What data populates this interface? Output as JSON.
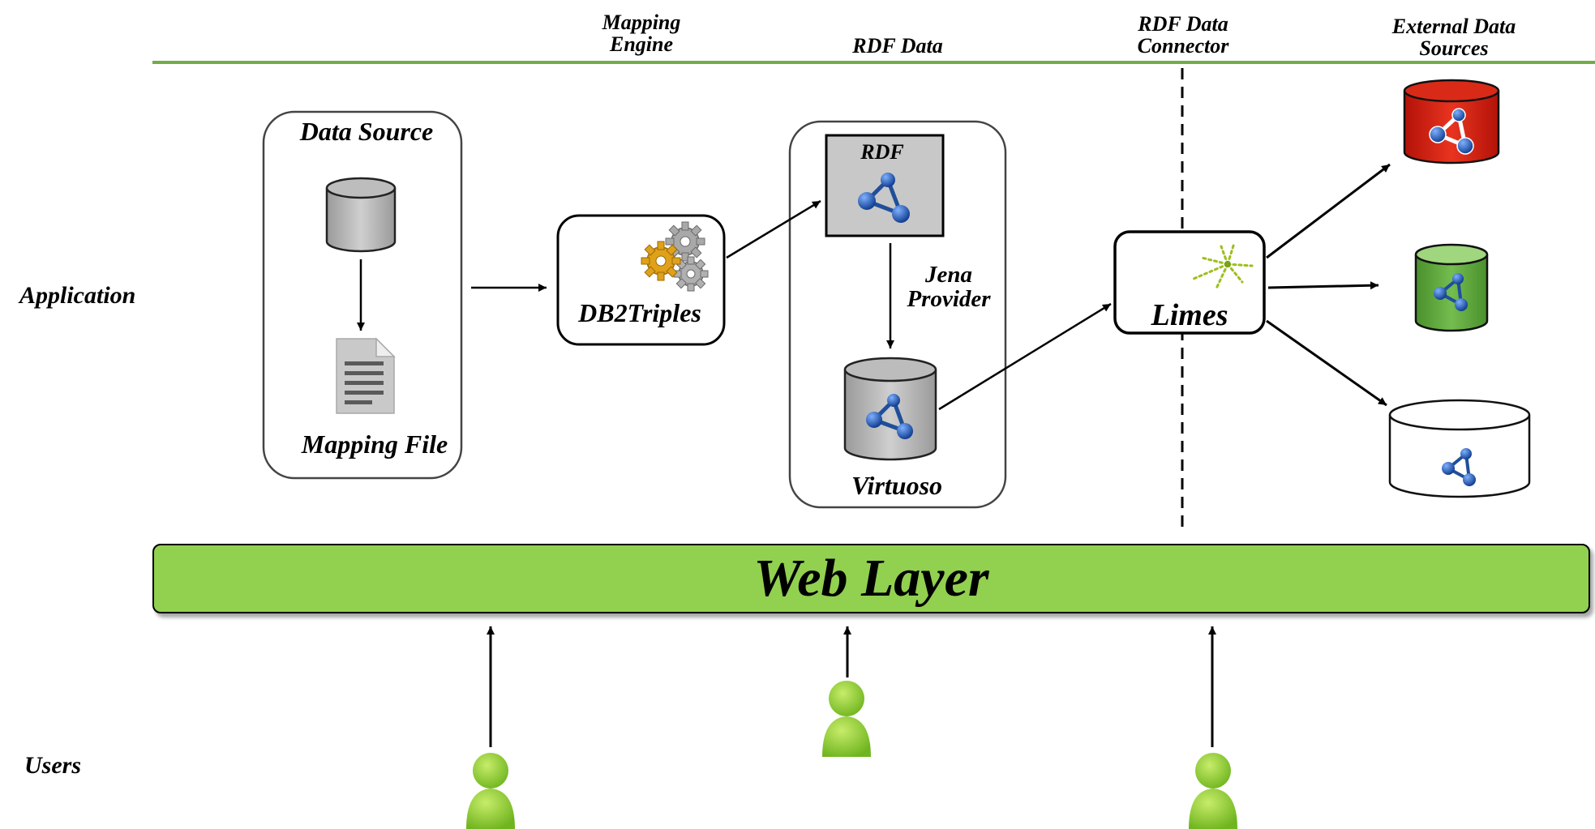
{
  "headers": {
    "mapping_engine": "Mapping\nEngine",
    "rdf_data": "RDF Data",
    "rdf_data_connector": "RDF Data\nConnector",
    "external_data_sources": "External Data\nSources"
  },
  "rows": {
    "application": "Application",
    "users": "Users"
  },
  "nodes": {
    "data_source": "Data Source",
    "mapping_file": "Mapping File",
    "db2triples": "DB2Triples",
    "rdf": "RDF",
    "jena_provider": "Jena\nProvider",
    "virtuoso": "Virtuoso",
    "limes": "Limes"
  },
  "web_layer": "Web Layer",
  "colors": {
    "green_line": "#70ad47",
    "web_layer_fill": "#92d050",
    "user_green": "#8cc63f",
    "external_red": "#e02010",
    "external_green": "#5aa93a",
    "rdf_box_fill": "#c8c8c8",
    "rdf_node_blue": "#1f5fb5"
  },
  "icons": {
    "database": "database-cylinder-icon",
    "document": "document-icon",
    "gears": "gears-icon",
    "rdf_graph": "rdf-graph-icon",
    "limes_logo": "limes-logo-icon",
    "user": "user-icon"
  }
}
